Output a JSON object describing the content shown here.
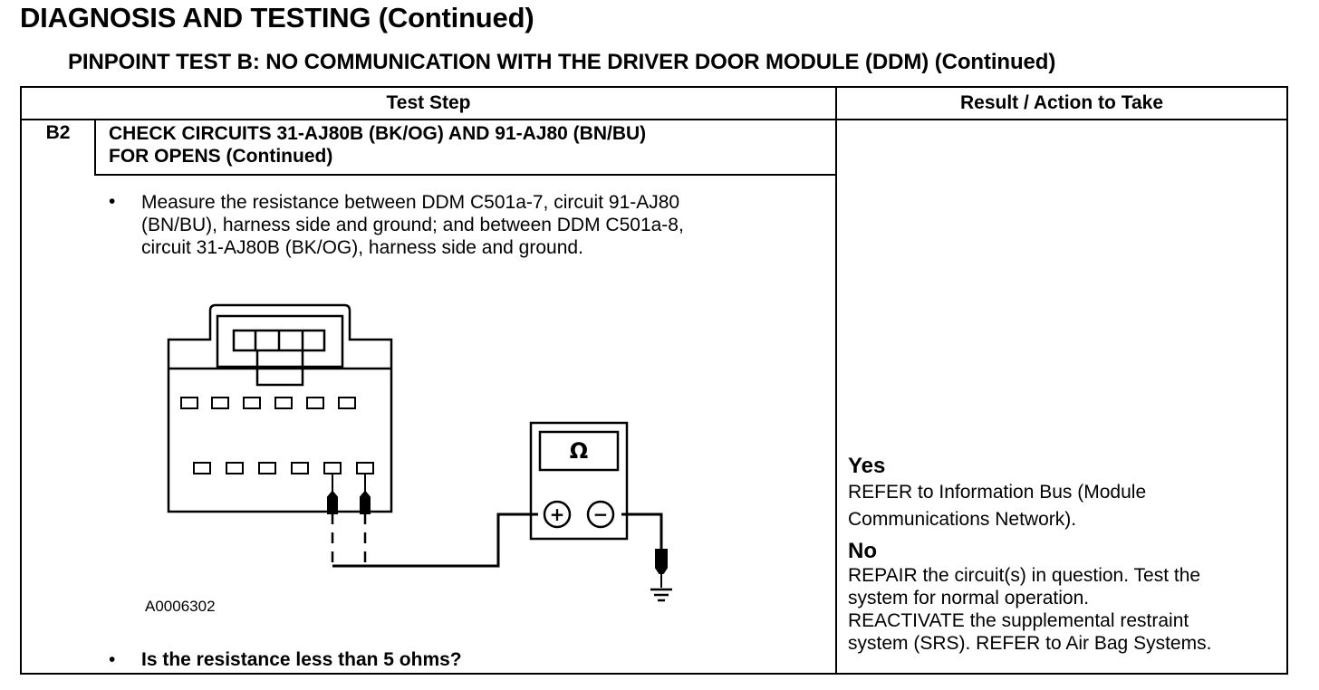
{
  "header": {
    "title": "DIAGNOSIS AND TESTING (Continued)",
    "subtitle": "PINPOINT TEST B: NO COMMUNICATION WITH THE DRIVER DOOR MODULE (DDM) (Continued)"
  },
  "table": {
    "col_test_step": "Test Step",
    "col_result": "Result / Action to Take"
  },
  "step": {
    "id": "B2",
    "title_line1": "CHECK CIRCUITS 31-AJ80B (BK/OG) AND 91-AJ80 (BN/BU)",
    "title_line2": "FOR OPENS (Continued)",
    "bullet": "•",
    "instruction_line1": "Measure the resistance between DDM C501a-7, circuit 91-AJ80",
    "instruction_line2": "(BN/BU), harness side and ground; and between DDM C501a-8,",
    "instruction_line3": "circuit 31-AJ80B (BK/OG), harness side and ground.",
    "figure_id": "A0006302",
    "meter_symbol": "Ω",
    "plus_symbol": "+",
    "minus_symbol": "−",
    "question": "Is the resistance less than 5 ohms?"
  },
  "results": {
    "yes_label": "Yes",
    "yes_line1": "REFER to Information Bus (Module",
    "yes_line2": "Communications Network).",
    "no_label": "No",
    "no_line1": "REPAIR the circuit(s) in question. Test the",
    "no_line2": "system for normal operation.",
    "no_line3": "REACTIVATE the supplemental restraint",
    "no_line4": "system (SRS). REFER to Air Bag Systems."
  }
}
